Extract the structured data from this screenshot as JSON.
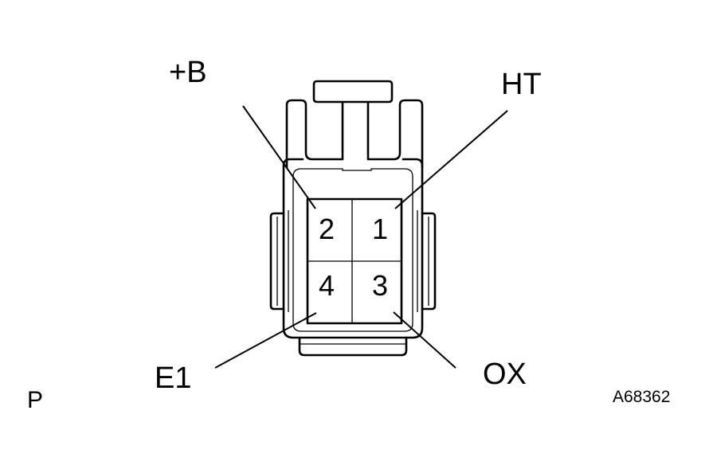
{
  "labels": {
    "plus_b": "+B",
    "ht": "HT",
    "e1": "E1",
    "ox": "OX"
  },
  "pins": [
    "2",
    "1",
    "4",
    "3"
  ],
  "view_letter": "P",
  "figure_code": "A68362"
}
